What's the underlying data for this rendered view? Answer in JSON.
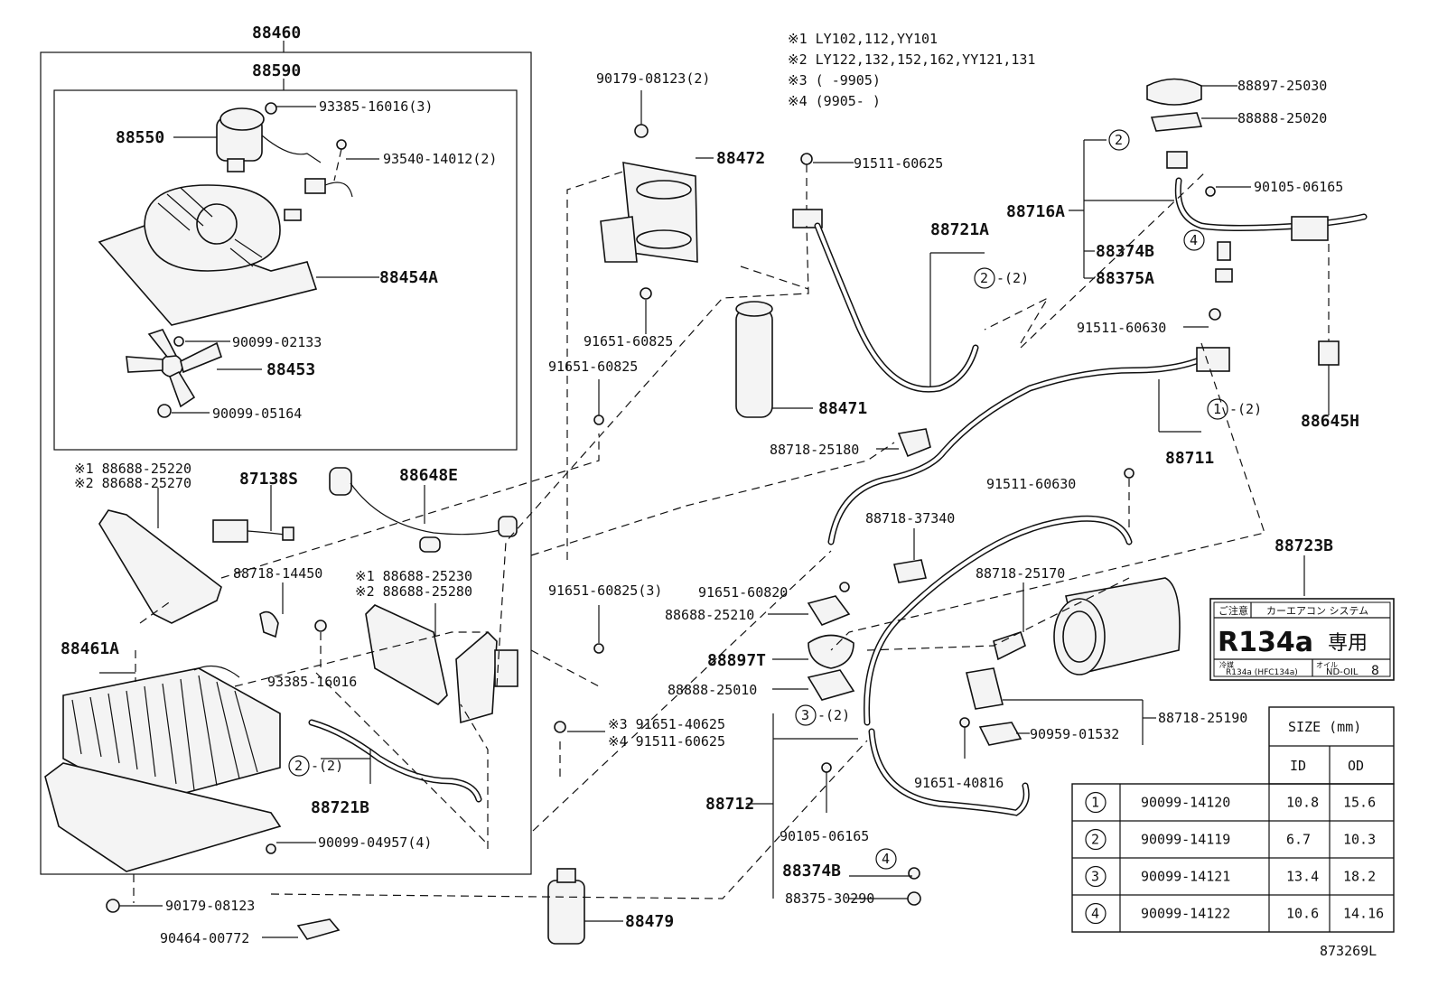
{
  "notes": [
    "※1 LY102,112,YY101",
    "※2 LY122,132,152,162,YY121,131",
    "※3 (      -9905)",
    "※4 (9905-      )"
  ],
  "parts": {
    "p88460": "88460",
    "p88590": "88590",
    "p88550": "88550",
    "p93385_3": "93385-16016(3)",
    "p93540_2": "93540-14012(2)",
    "p88454A": "88454A",
    "p90099_02133": "90099-02133",
    "p88453": "88453",
    "p90099_05164": "90099-05164",
    "p88688_25220": "※1 88688-25220",
    "p88688_25270": "※2 88688-25270",
    "p87138S": "87138S",
    "p88648E": "88648E",
    "p88718_14450": "88718-14450",
    "p88688_25230": "※1 88688-25230",
    "p88688_25280": "※2 88688-25280",
    "p88461A": "88461A",
    "p93385_16016": "93385-16016",
    "p88721B": "88721B",
    "p90099_04957": "90099-04957(4)",
    "p90179_08123": "90179-08123",
    "p90464_00772": "90464-00772",
    "p90179_08123_2": "90179-08123(2)",
    "p88472": "88472",
    "p91651_60825_a": "91651-60825",
    "p91651_60825_b": "91651-60825",
    "p91651_60825_3": "91651-60825(3)",
    "p91651_40625": "※3 91651-40625",
    "p91511_60625_b": "※4 91511-60625",
    "p88479": "88479",
    "p91511_60625": "91511-60625",
    "p88721A": "88721A",
    "p88471": "88471",
    "p88718_25180": "88718-25180",
    "p88718_37340": "88718-37340",
    "p91651_60820": "91651-60820",
    "p88688_25210": "88688-25210",
    "p88897T": "88897T",
    "p88888_25010": "88888-25010",
    "p88712": "88712",
    "p90105_06165_b": "90105-06165",
    "p88374B_b": "88374B",
    "p88375_30290": "88375-30290",
    "p88718_25170": "88718-25170",
    "p90959_01532": "90959-01532",
    "p88718_25190": "88718-25190",
    "p91651_40816": "91651-40816",
    "p88897_25030": "88897-25030",
    "p88888_25020": "88888-25020",
    "p90105_06165": "90105-06165",
    "p88716A": "88716A",
    "p88374B": "88374B",
    "p88375A": "88375A",
    "p91511_60630_a": "91511-60630",
    "p88711": "88711",
    "p88645H": "88645H",
    "p91511_60630_b": "91511-60630",
    "p88723B": "88723B"
  },
  "callouts": {
    "c1": "1",
    "c2": "2",
    "c3": "3",
    "c4": "4",
    "qty2": "-(2)"
  },
  "label_plate": {
    "caution": "ご注意",
    "system": "カーエアコン システム",
    "refrigerant": "R134a",
    "exclusive": "専用",
    "small_left_label": "冷媒",
    "small_left_value": "R134a (HFC134a)",
    "small_right_label": "オイル",
    "small_right_value": "ND-OIL",
    "small_right_num": "8"
  },
  "size_table": {
    "header": "SIZE (mm)",
    "col_id": "ID",
    "col_od": "OD",
    "rows": [
      {
        "mark": "1",
        "part": "90099-14120",
        "id": "10.8",
        "od": "15.6"
      },
      {
        "mark": "2",
        "part": "90099-14119",
        "id": "6.7",
        "od": "10.3"
      },
      {
        "mark": "3",
        "part": "90099-14121",
        "id": "13.4",
        "od": "18.2"
      },
      {
        "mark": "4",
        "part": "90099-14122",
        "id": "10.6",
        "od": "14.16"
      }
    ]
  },
  "diagram_id": "873269L"
}
